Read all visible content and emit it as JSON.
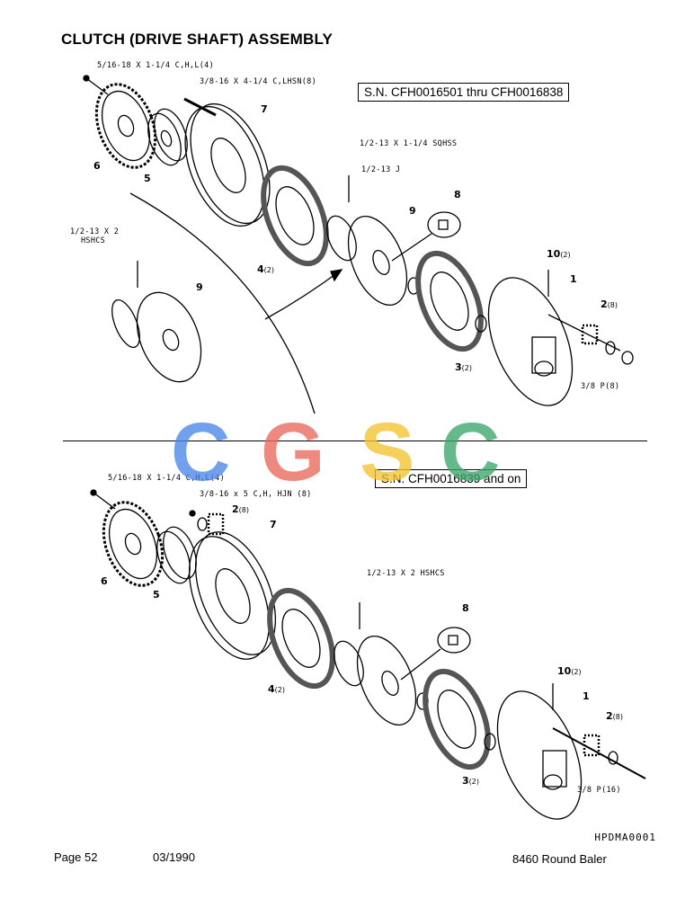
{
  "title": "CLUTCH (DRIVE SHAFT) ASSEMBLY",
  "top": {
    "serial": "S.N. CFH0016501 thru CFH0016838",
    "labels": {
      "bolt_sprocket": "5/16-18 X 1-1/4 C,H,L(4)",
      "bolt_long": "3/8-16 X 4-1/4 C,LHSN(8)",
      "setscrew": "1/2-13 X 1-1/4 SQHSS",
      "jamnut": "1/2-13 J",
      "hshcs": "1/2-13 X 2",
      "hshcs2": "HSHCS",
      "nut": "3/8 P(8)"
    },
    "parts": {
      "p1": "1",
      "p2": "2",
      "p2q": "(8)",
      "p3": "3",
      "p3q": "(2)",
      "p4": "4",
      "p4q": "(2)",
      "p5": "5",
      "p6": "6",
      "p7": "7",
      "p8": "8",
      "p9": "9",
      "p9b": "9",
      "p10": "10",
      "p10q": "(2)"
    }
  },
  "bottom": {
    "serial": "S.N. CFH0016839 and on",
    "labels": {
      "bolt_sprocket": "5/16-18 X 1-1/4 C,H,L(4)",
      "bolt_long": "3/8-16 x 5 C,H, HJN (8)",
      "hshcs": "1/2-13 X 2 HSHCS",
      "nut": "3/8 P(16)"
    },
    "parts": {
      "p1": "1",
      "p2": "2",
      "p2q": "(8)",
      "p2b": "2",
      "p2bq": "(8)",
      "p3": "3",
      "p3q": "(2)",
      "p4": "4",
      "p4q": "(2)",
      "p5": "5",
      "p6": "6",
      "p7": "7",
      "p8": "8",
      "p10": "10",
      "p10q": "(2)"
    }
  },
  "watermark": {
    "letters": [
      "C",
      "G",
      "S",
      "C"
    ],
    "colors": [
      "#4a86e8",
      "#e8685a",
      "#f4c430",
      "#3aa66a"
    ]
  },
  "footer": {
    "drawing_code": "HPDMA0001",
    "page": "Page 52",
    "date": "03/1990",
    "model": "8460 Round Baler"
  }
}
